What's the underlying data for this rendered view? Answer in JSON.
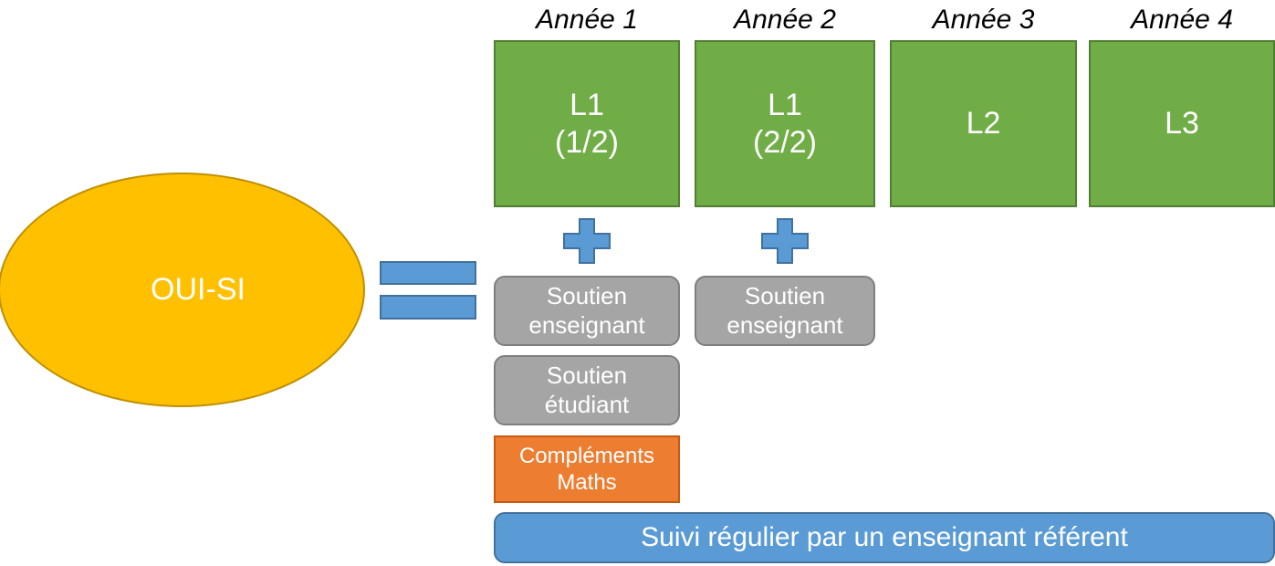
{
  "diagram": {
    "title_entity": "OUI-SI",
    "year_headers": [
      {
        "label": "Année 1"
      },
      {
        "label": "Année 2"
      },
      {
        "label": "Année 3"
      },
      {
        "label": "Année 4"
      }
    ],
    "year_boxes": [
      {
        "line1": "L1",
        "line2": "(1/2)"
      },
      {
        "line1": "L1",
        "line2": "(2/2)"
      },
      {
        "line1": "L2",
        "line2": ""
      },
      {
        "line1": "L3",
        "line2": ""
      }
    ],
    "operators": {
      "equals": "=",
      "plus": "+"
    },
    "support_boxes": [
      {
        "line1": "Soutien",
        "line2": "enseignant"
      },
      {
        "line1": "Soutien",
        "line2": "enseignant"
      },
      {
        "line1": "Soutien",
        "line2": "étudiant"
      }
    ],
    "complement_box": {
      "line1": "Compléments",
      "line2": "Maths"
    },
    "footer_bar": {
      "label": "Suivi régulier par un enseignant référent"
    },
    "colors": {
      "green_fill": "#70AD47",
      "green_stroke": "#507E32",
      "amber_fill": "#FFC000",
      "amber_stroke": "#BF9000",
      "blue_fill": "#5B9BD5",
      "blue_stroke": "#41719C",
      "grey_fill": "#A5A5A5",
      "grey_stroke": "#7F7F7F",
      "orange_fill": "#ED7D31",
      "orange_stroke": "#C55A11",
      "text_on_shape": "#FFFFFF",
      "header_text": "#000000",
      "background": "#FFFFFF"
    }
  }
}
